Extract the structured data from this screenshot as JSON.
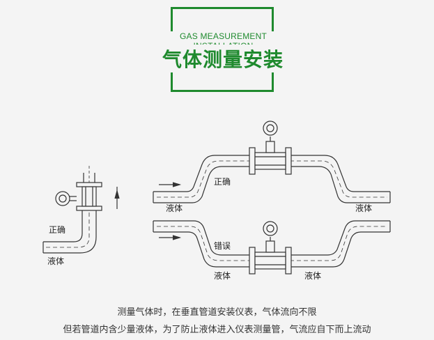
{
  "title": {
    "english": "GAS MEASUREMENT INSTALLATION",
    "chinese": "气体测量安装"
  },
  "labels": {
    "left_correct": "正确",
    "left_liquid": "液体",
    "top_correct": "正确",
    "top_liquid": "液体",
    "top_liquid_right": "液体",
    "bottom_wrong": "错误",
    "bottom_liquid_left": "液体",
    "bottom_liquid_right": "液体"
  },
  "caption": {
    "line1": "测量气体时，在垂直管道安装仪表，气体流向不限",
    "line2": "但若管道内含少量液体，为了防止液体进入仪表测量管，气流应自下而上流动"
  },
  "colors": {
    "accent": "#1f8a2e"
  }
}
